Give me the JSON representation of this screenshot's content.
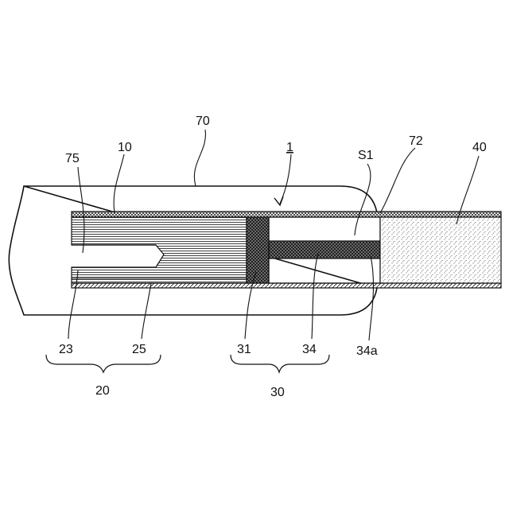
{
  "figure": {
    "background": "#ffffff",
    "ink": "#111111",
    "labels": {
      "outer_sheet": "70",
      "tube": "10",
      "article": "1",
      "fold": "75",
      "space": "S1",
      "opening": "72",
      "filter": "40",
      "sheet_inner": "23",
      "sheet_outer": "25",
      "plug": "31",
      "rod": "34",
      "rod_end": "34a",
      "group_left": "20",
      "group_right": "30"
    }
  }
}
